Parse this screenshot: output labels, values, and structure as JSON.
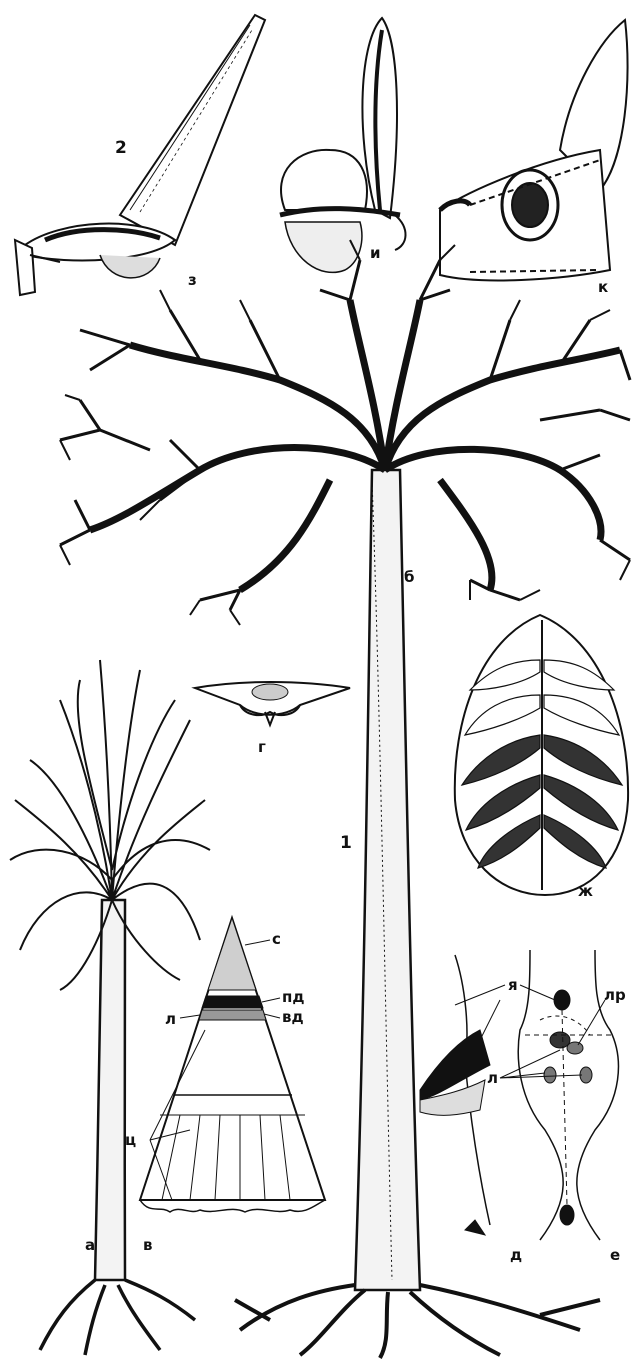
{
  "figure_numbers": {
    "n1": "1",
    "n2": "2"
  },
  "panel_labels": {
    "a": "а",
    "b": "б",
    "v": "в",
    "g": "г",
    "d": "д",
    "e": "е",
    "zh": "ж",
    "z": "з",
    "i": "и",
    "k": "к"
  },
  "cone_labels": {
    "s": "с",
    "pd": "пд",
    "vd": "вд",
    "l": "л",
    "ts": "ц"
  },
  "detail_labels": {
    "ya": "я",
    "lr": "лр",
    "l": "л"
  },
  "colors": {
    "ink": "#111111",
    "paper": "#ffffff"
  }
}
